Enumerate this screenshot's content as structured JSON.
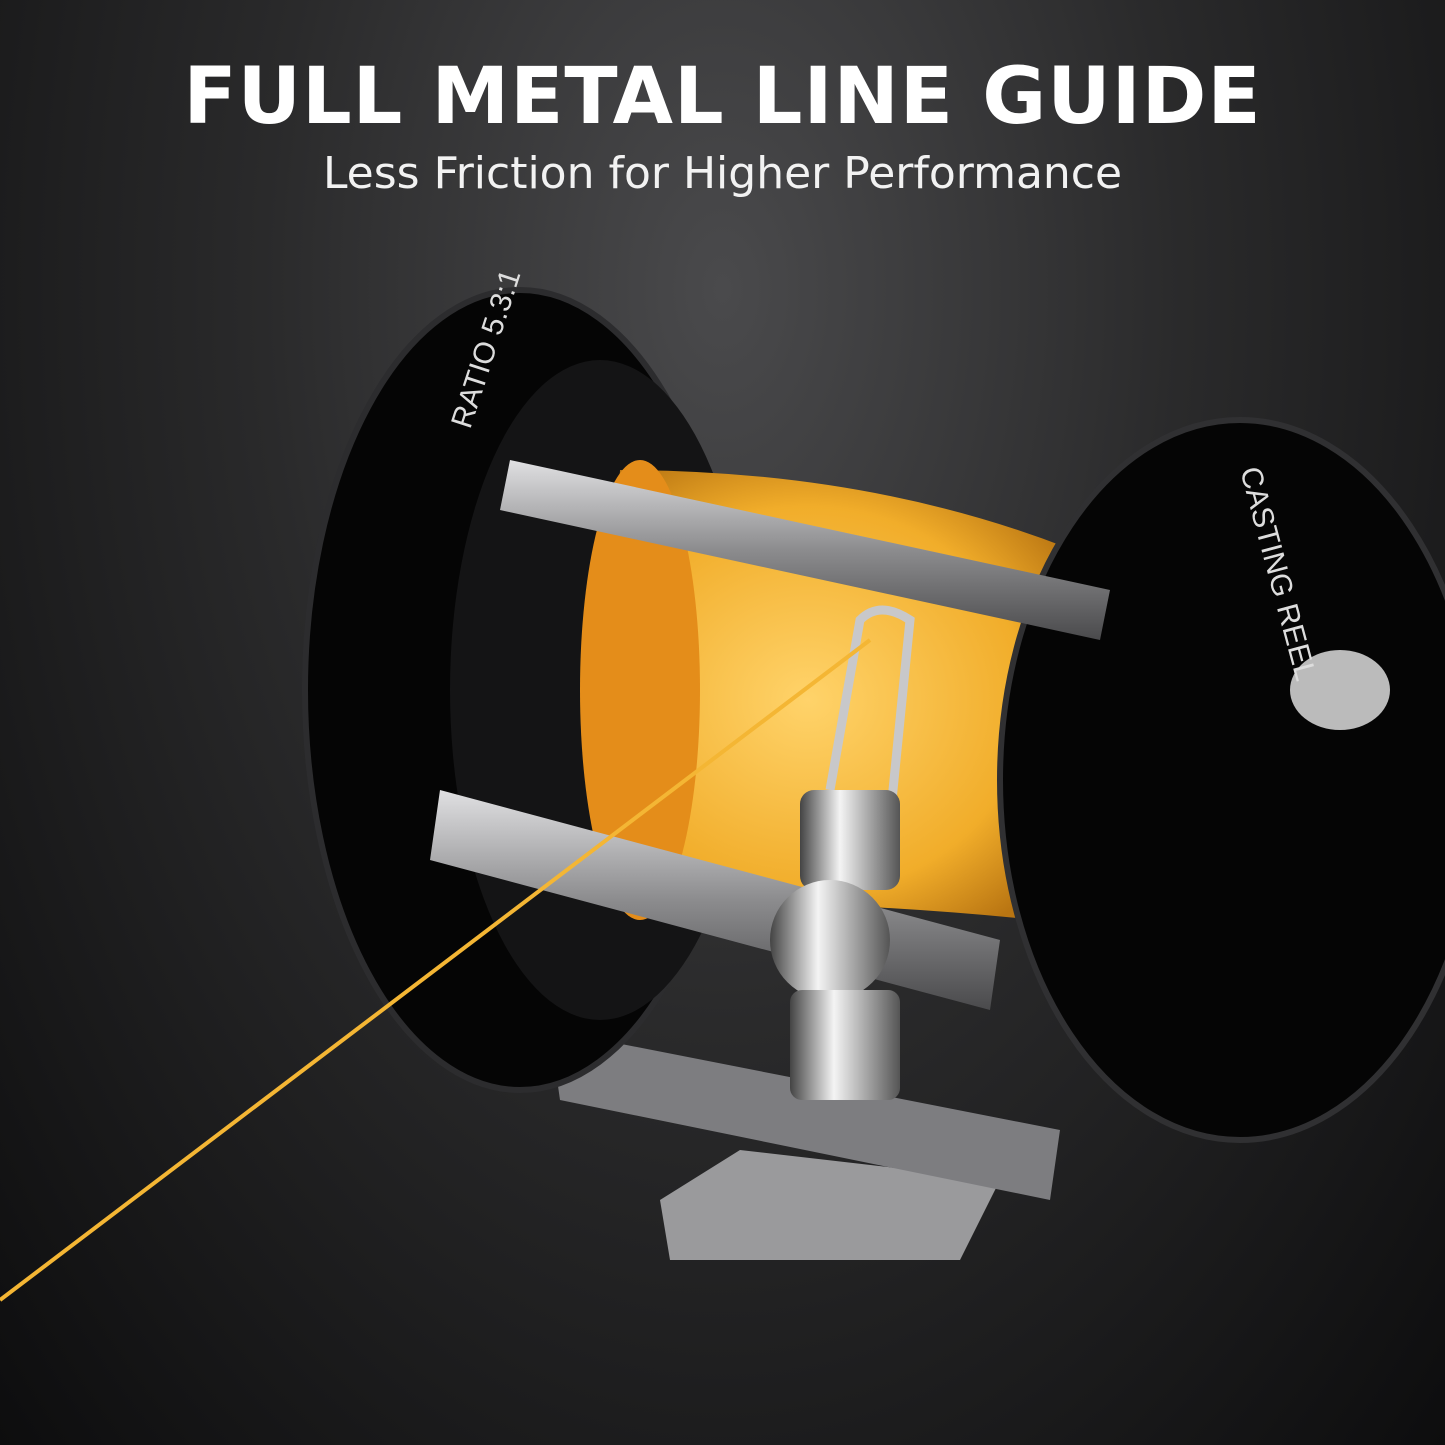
{
  "header": {
    "title": "FULL METAL LINE GUIDE",
    "subtitle": "Less Friction for Higher Performance"
  },
  "product": {
    "left_plate_engraving": "RATIO 5.3:1",
    "right_plate_engraving": "CASTING REEL",
    "line_color": "#f4b634",
    "body_color": "#0a0a0a",
    "metal_color": "#a9a9ab"
  }
}
